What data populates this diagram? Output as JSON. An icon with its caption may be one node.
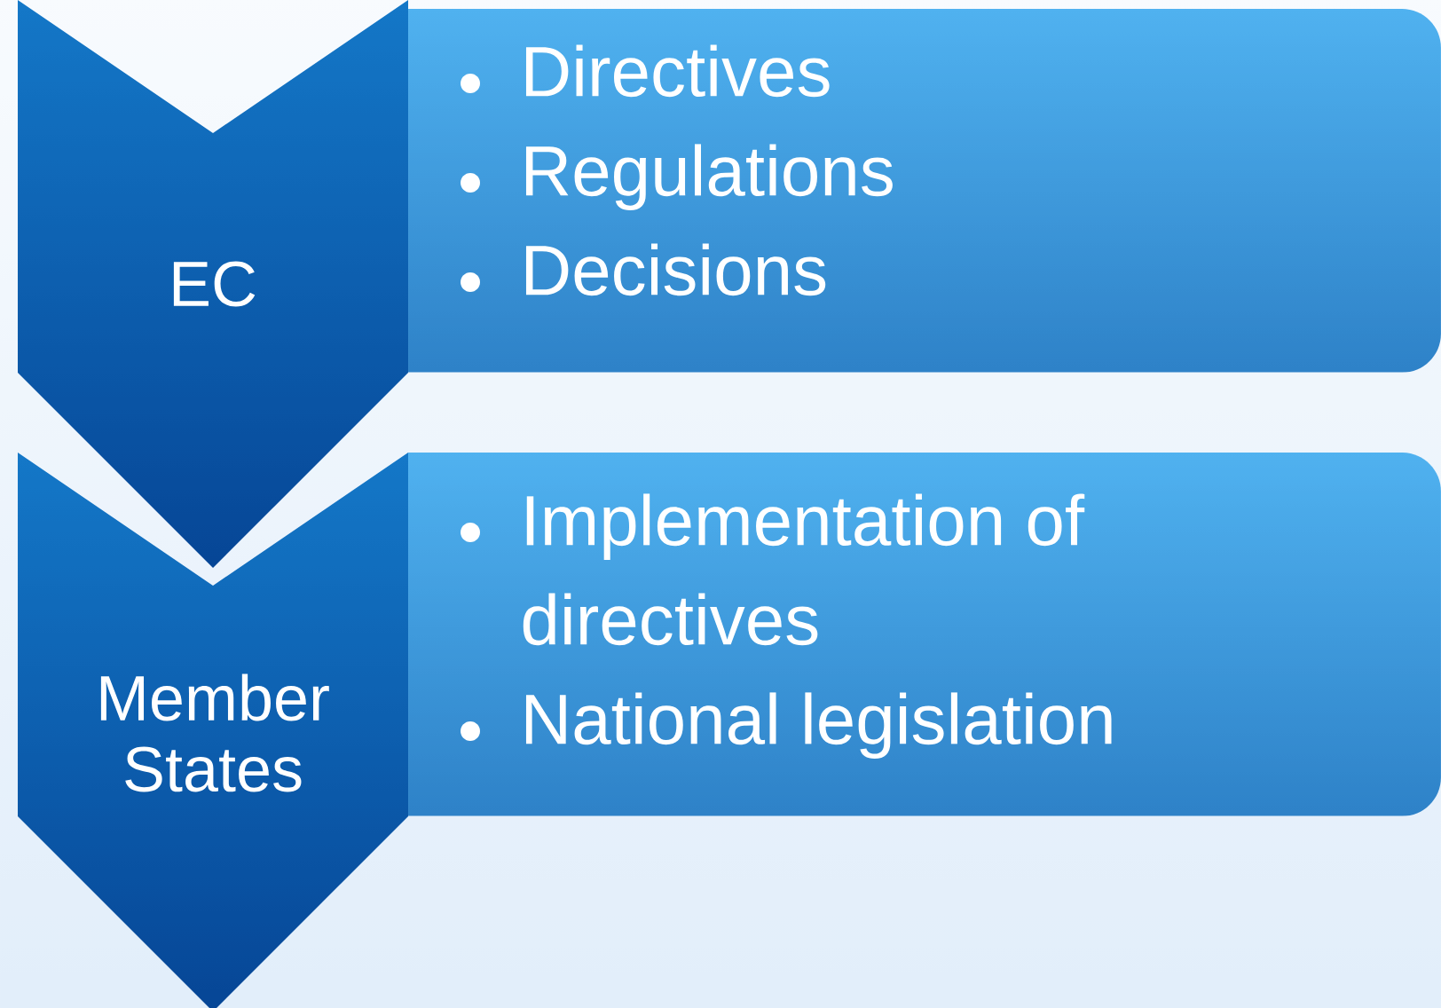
{
  "diagram": {
    "nodes": [
      {
        "text": [
          "EC"
        ]
      },
      {
        "text": [
          "Directives",
          "Regulations",
          "Decisions"
        ]
      },
      {
        "text": [
          "Member States"
        ]
      },
      {
        "text": [
          "Implementation of directives",
          "National legislation"
        ]
      }
    ]
  }
}
